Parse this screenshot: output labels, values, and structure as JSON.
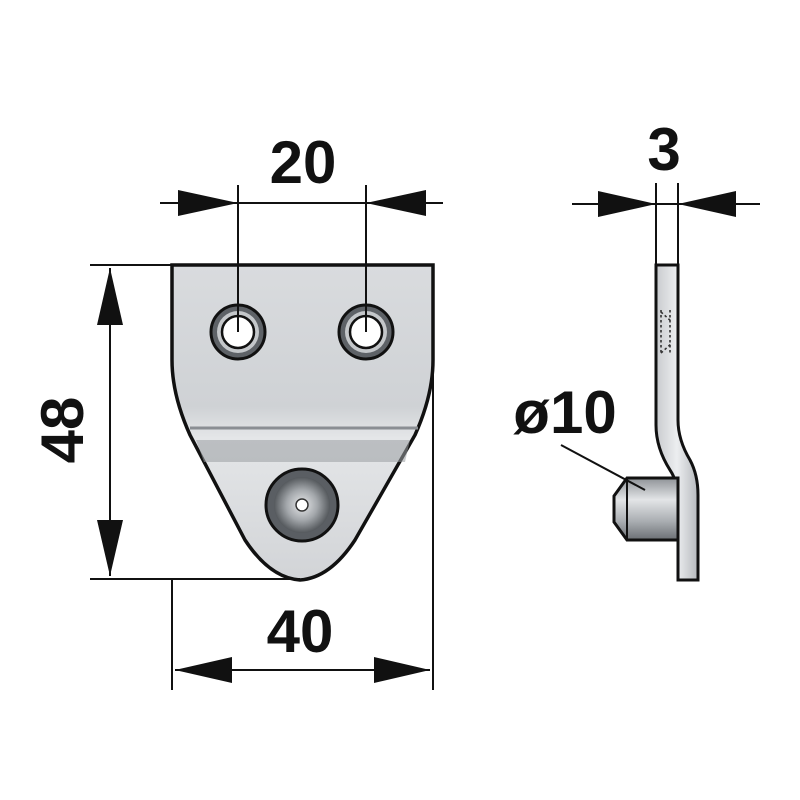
{
  "dimensions": {
    "hole_spacing": "20",
    "height": "48",
    "width": "40",
    "thickness": "3",
    "pin_diameter": "ø10"
  },
  "colors": {
    "line": "#111111",
    "metal_light": "#d7d9dc",
    "metal_mid": "#b9bcc0",
    "metal_dark": "#6f7378",
    "background": "#ffffff"
  }
}
